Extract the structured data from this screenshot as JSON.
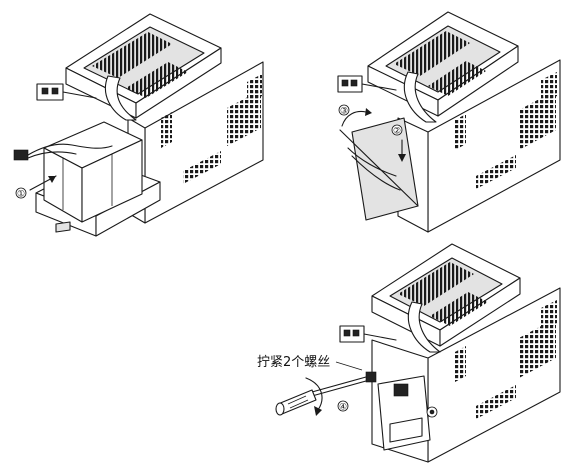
{
  "steps": [
    {
      "label": "①"
    },
    {
      "label": "②"
    },
    {
      "label": "③"
    },
    {
      "label": "④"
    }
  ],
  "caption": "拧紧2个螺丝"
}
